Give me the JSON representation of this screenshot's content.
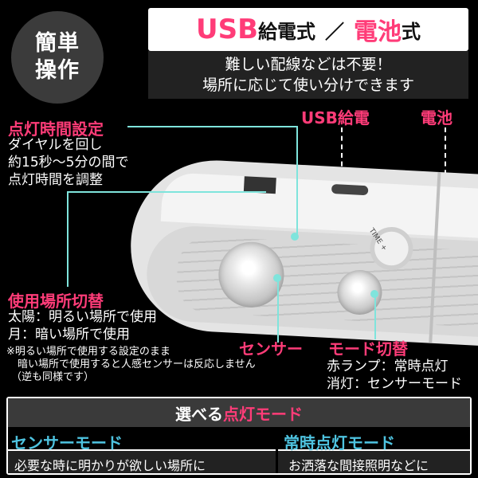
{
  "badge": {
    "line1": "簡単",
    "line2": "操作"
  },
  "header": {
    "usb": "USB",
    "kyuden": "給電式",
    "slash": "／",
    "denchi": "電池",
    "shiki": "式",
    "sub1": "難しい配線などは不要！",
    "sub2": "場所に応じて使い分けできます"
  },
  "labels": {
    "usb_power": "USB給電",
    "battery": "電池",
    "timer_title": "点灯時間設定",
    "timer_l1": "ダイヤルを回し",
    "timer_l2": "約15秒〜5分の間で",
    "timer_l3": "点灯時間を調整",
    "place_title": "使用場所切替",
    "place_l1": "太陽：明るい場所で使用",
    "place_l2": "月：暗い場所で使用",
    "place_note1": "※明るい場所で使用する設定のまま",
    "place_note2": "暗い場所で使用すると人感センサーは反応しません",
    "place_note3": "（逆も同様です）",
    "sensor": "センサー",
    "mode_switch": "モード切替",
    "mode_l1": "赤ランプ：常時点灯",
    "mode_l2": "消灯：センサーモード",
    "time_mark": "TIME +"
  },
  "modes": {
    "title_pre": "選べる",
    "title_hl": "点灯モード",
    "sensor_name": "センサーモード",
    "sensor_desc": "必要な時に明かりが欲しい場所に",
    "always_name": "常時点灯モード",
    "always_desc": "お洒落な間接照明などに"
  },
  "colors": {
    "accent": "#ff3c78",
    "leader": "#7fe4dc",
    "mode_blue": "#4ec3e0"
  }
}
